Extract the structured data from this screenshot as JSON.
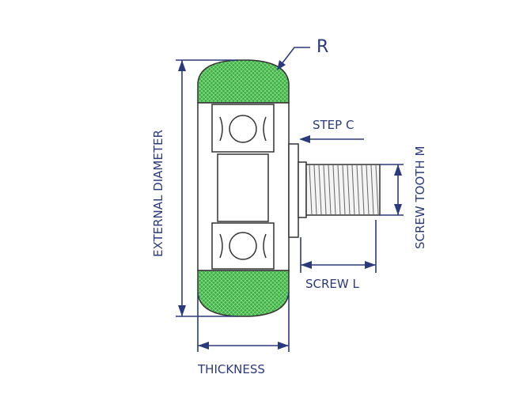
{
  "labels": {
    "radius": "R",
    "step": "STEP C",
    "screw_tooth": "SCREW TOOTH M",
    "external_diameter": "EXTERNAL DIAMETER",
    "screw_length": "SCREW L",
    "thickness": "THICKNESS"
  },
  "colors": {
    "tire": "#37b23d",
    "dimension": "#2b3a7a"
  }
}
